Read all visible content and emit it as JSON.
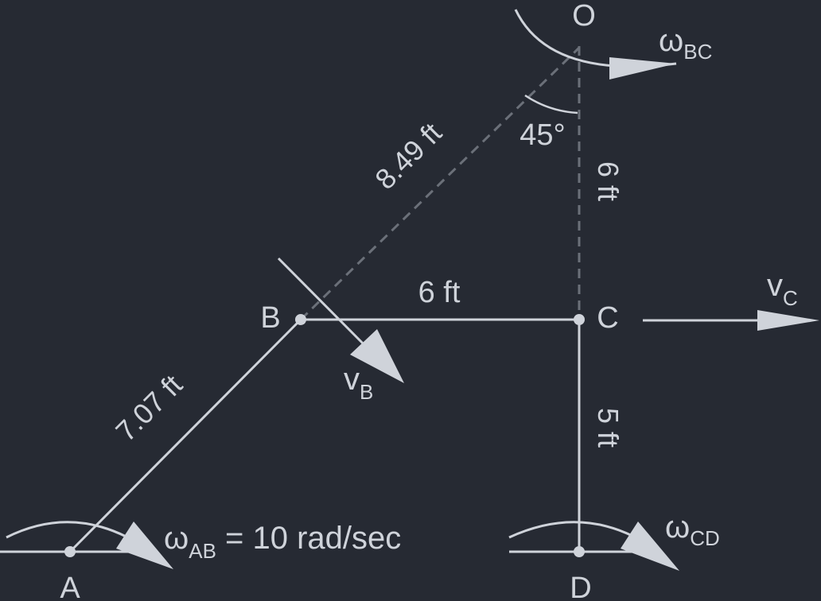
{
  "colors": {
    "background": "#262a33",
    "stroke": "#cfd3da",
    "dashed": "#6b7079"
  },
  "points": {
    "O": "O",
    "A": "A",
    "B": "B",
    "C": "C",
    "D": "D"
  },
  "lengths": {
    "ob": "8.49 ft",
    "oc": "6 ft",
    "bc": "6 ft",
    "ab": "7.07 ft",
    "cd": "5 ft"
  },
  "angle": "45°",
  "omega": {
    "symbol": "ω",
    "bc_sub": "BC",
    "ab_sub": "AB",
    "ab_value": " = 10 rad/sec",
    "cd_sub": "CD"
  },
  "velocity": {
    "symbol": "v",
    "b_sub": "B",
    "c_sub": "C"
  }
}
